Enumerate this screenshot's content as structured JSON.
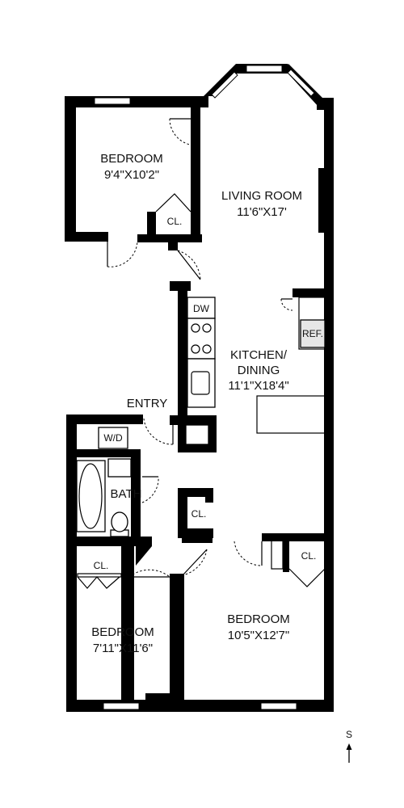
{
  "rooms": {
    "bedroom_top": {
      "name": "BEDROOM",
      "dims": "9'4\"X10'2\""
    },
    "living_room": {
      "name": "LIVING ROOM",
      "dims": "11'6\"X17'"
    },
    "kitchen": {
      "line1": "KITCHEN/",
      "line2": "DINING",
      "dims": "11'1\"X18'4\""
    },
    "entry": {
      "name": "ENTRY"
    },
    "bath": {
      "name": "BATH"
    },
    "bedroom_left": {
      "name": "BEDROOM",
      "dims": "7'11\"X11'6\""
    },
    "bedroom_right": {
      "name": "BEDROOM",
      "dims": "10'5\"X12'7\""
    }
  },
  "closets": {
    "top": "CL.",
    "center": "CL.",
    "bedroom_left": "CL.",
    "bedroom_right": "CL."
  },
  "fixtures": {
    "dishwasher": "DW",
    "refrigerator": "REF.",
    "washer_dryer": "W/D"
  },
  "compass": {
    "label": "S"
  }
}
